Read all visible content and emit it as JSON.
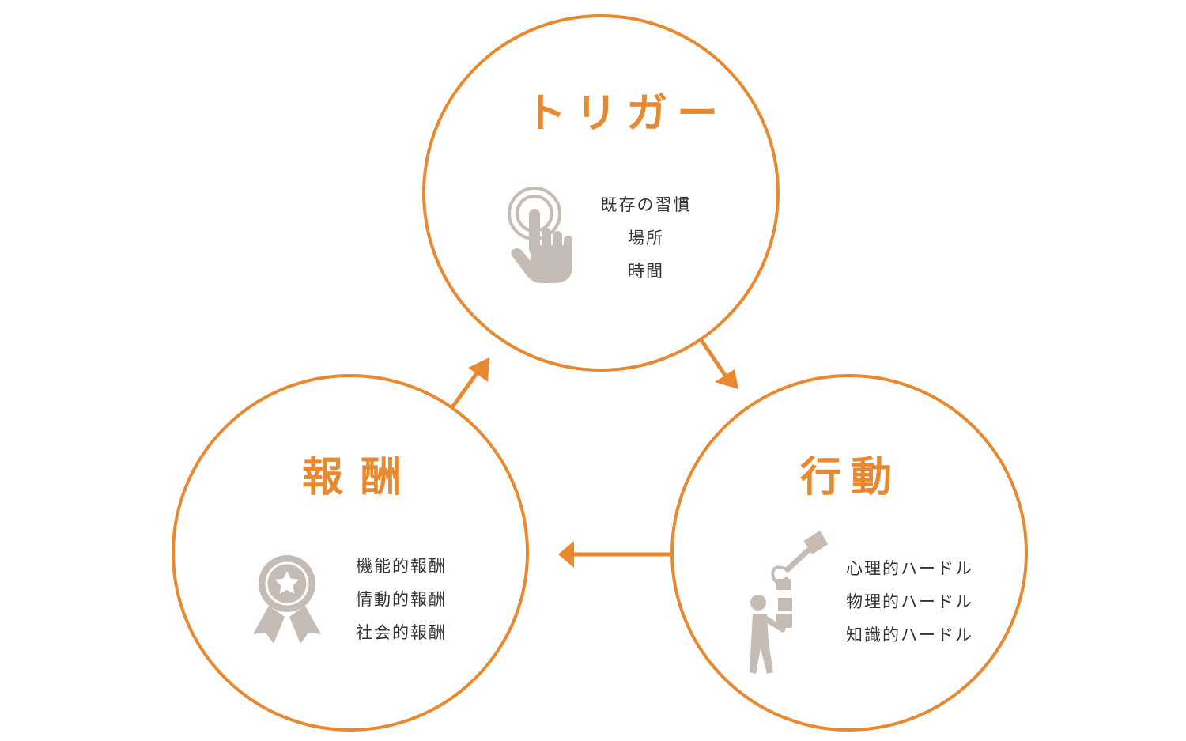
{
  "colors": {
    "accent": "#e8892f",
    "icon": "#c4bcb5",
    "text": "#333333"
  },
  "trigger": {
    "title": "トリガー",
    "icon": "touch-hand-icon",
    "items": [
      "既存の習慣",
      "場所",
      "時間"
    ]
  },
  "action": {
    "title": "行動",
    "icon": "person-blocks-icon",
    "items": [
      "心理的ハードル",
      "物理的ハードル",
      "知識的ハードル"
    ]
  },
  "reward": {
    "title": "報酬",
    "icon": "award-ribbon-icon",
    "items": [
      "機能的報酬",
      "情動的報酬",
      "社会的報酬"
    ]
  }
}
